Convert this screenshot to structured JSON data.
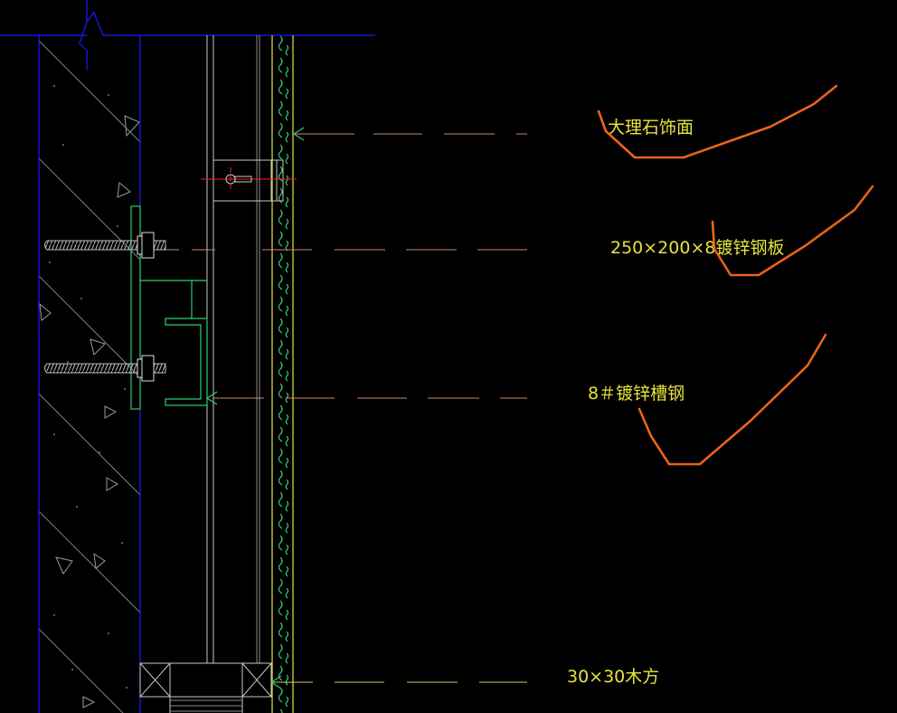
{
  "labels": {
    "marble_facing": "大理石饰面",
    "steel_plate": "250×200×8镀锌钢板",
    "channel_steel": "8＃镀锌槽钢",
    "wood_block": "30×30木方"
  },
  "colors": {
    "background": "#000000",
    "wall_outline": "#1a1aff",
    "label_text": "#e8e23c",
    "annotation_marks": "#e8641a",
    "steel_members": "#2ecc71",
    "leader_lines": "#c88a6a",
    "facing_lines": "#e8e23c",
    "anchor_center": "#ff2020"
  }
}
